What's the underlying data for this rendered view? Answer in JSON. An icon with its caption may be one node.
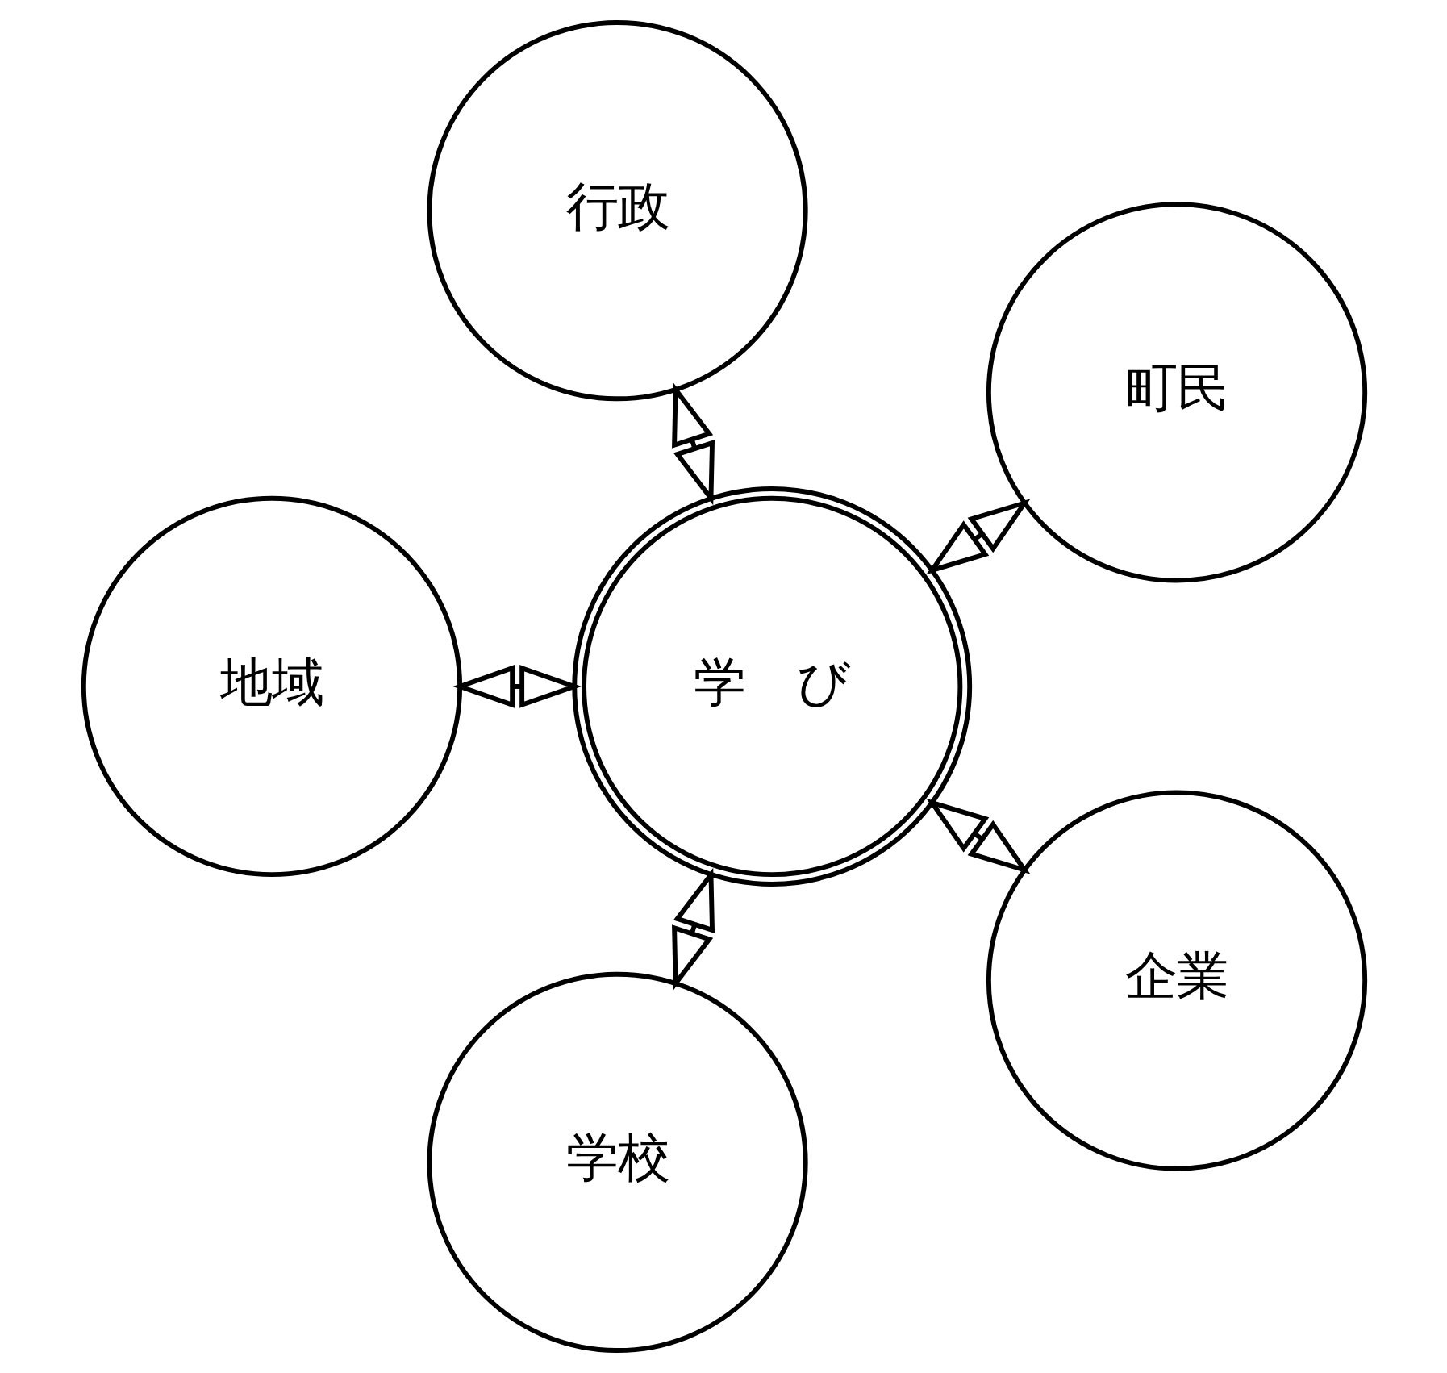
{
  "diagram": {
    "nodes": [
      {
        "text": [
          "町民"
        ]
      },
      {
        "text": [
          "行政"
        ]
      },
      {
        "text": [
          "地域"
        ]
      },
      {
        "text": [
          "学　び"
        ]
      },
      {
        "text": [
          "学校"
        ]
      },
      {
        "text": [
          "企業"
        ]
      }
    ],
    "edges": [
      {
        "from": 3,
        "to": 0,
        "arrow": "both"
      },
      {
        "from": 3,
        "to": 1,
        "arrow": "both"
      },
      {
        "from": 3,
        "to": 2,
        "arrow": "both"
      },
      {
        "from": 3,
        "to": 4,
        "arrow": "both"
      },
      {
        "from": 3,
        "to": 5,
        "arrow": "both"
      }
    ]
  }
}
